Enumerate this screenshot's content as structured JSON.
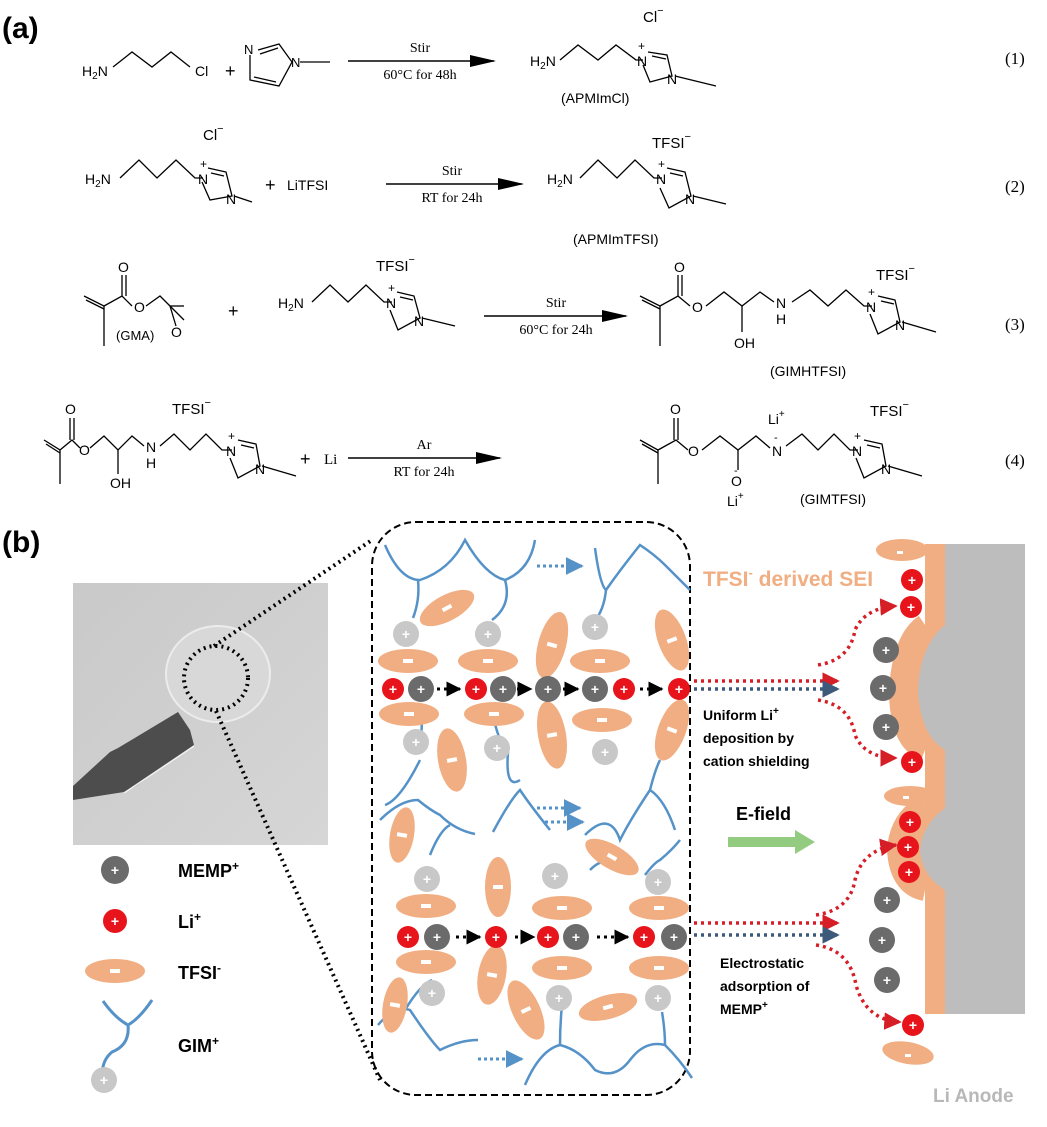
{
  "panel_labels": {
    "a": "(a)",
    "b": "(b)"
  },
  "reactions": [
    {
      "number": "(1)",
      "reactants": [
        "H2N-(CH2)3-Cl",
        "1-methylimidazole"
      ],
      "plus": "+",
      "conditions_top": "Stir",
      "conditions_bottom": "60°C for 48h",
      "product_name": "(APMImCl)",
      "product_anion": "Cl",
      "atoms": {
        "h2n": "H",
        "h2n_sub": "2",
        "h2n_n": "N",
        "cl": "Cl",
        "n": "N"
      }
    },
    {
      "number": "(2)",
      "reactant_anion": "Cl",
      "reagent": "LiTFSI",
      "plus": "+",
      "conditions_top": "Stir",
      "conditions_bottom": "RT for 24h",
      "product_name": "(APMImTFSI)",
      "product_anion": "TFSI"
    },
    {
      "number": "(3)",
      "reactant_name": "(GMA)",
      "reactant_anion": "TFSI",
      "plus": "+",
      "conditions_top": "Stir",
      "conditions_bottom": "60°C for 24h",
      "product_name": "(GIMHTFSI)",
      "product_anion": "TFSI",
      "atoms": {
        "o": "O",
        "oh": "OH",
        "nh_n": "N",
        "nh_h": "H"
      }
    },
    {
      "number": "(4)",
      "reactant_anion": "TFSI",
      "reagent": "Li",
      "plus": "+",
      "conditions_top": "Ar",
      "conditions_bottom": "RT for 24h",
      "product_name": "(GIMTFSI)",
      "product_anion": "TFSI",
      "product_cation": "Li",
      "atoms": {
        "o_minus": "O",
        "n_minus": "N"
      }
    }
  ],
  "charges": {
    "plus": "+",
    "minus": "−",
    "minus_small": "-"
  },
  "legend": [
    {
      "key": "memp",
      "label": "MEMP",
      "sup": "+",
      "color": "#6b6b6b"
    },
    {
      "key": "li",
      "label": "Li",
      "sup": "+",
      "color": "#e8141c"
    },
    {
      "key": "tfsi",
      "label": "TFSI",
      "sup": "-",
      "color": "#f0ae82"
    },
    {
      "key": "gim",
      "label": "GIM",
      "sup": "+",
      "color": "#c8c8c8",
      "chain_color": "#5592c8"
    }
  ],
  "annotations": {
    "sei_label": "TFSI",
    "sei_sup": "-",
    "sei_rest": " derived SEI",
    "uniform_1": "Uniform Li",
    "uniform_1_sup": "+",
    "uniform_2": "deposition by",
    "uniform_3": "cation shielding",
    "efield": "E-field",
    "electro_1": "Electrostatic",
    "electro_2": "adsorption of",
    "electro_3": "MEMP",
    "electro_3_sup": "+",
    "anode": "Li Anode"
  },
  "colors": {
    "li": "#e8141c",
    "memp": "#6b6b6b",
    "gim_head": "#c8c8c8",
    "tfsi": "#f0ae82",
    "chain": "#5592c8",
    "anode": "#bdbdbd",
    "efield_arrow": "#93cc80",
    "sei_text": "#f0ae82",
    "anode_text": "#b8b8b8",
    "path_red": "#d61e27",
    "path_navy": "#3d5a7a",
    "photo_bg": "#cdcdcd",
    "spatula": "#4d4d4d"
  }
}
